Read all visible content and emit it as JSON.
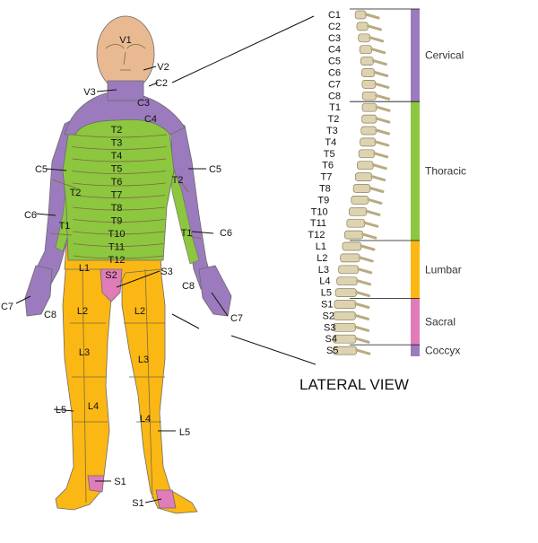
{
  "colors": {
    "cervical": "#9b7bbd",
    "thoracic": "#8dc63f",
    "lumbar": "#fbb714",
    "sacral": "#e07cb8",
    "coccyx": "#9b7bbd",
    "skin": "#e9b992",
    "bone": "#ddd3b0"
  },
  "caption": "LATERAL VIEW",
  "spine_labels": [
    "C1",
    "C2",
    "C3",
    "C4",
    "C5",
    "C6",
    "C7",
    "C8",
    "T1",
    "T2",
    "T3",
    "T4",
    "T5",
    "T6",
    "T7",
    "T8",
    "T9",
    "T10",
    "T11",
    "T12",
    "L1",
    "L2",
    "L3",
    "L4",
    "L5",
    "S1",
    "S2",
    "S3",
    "S4",
    "S5"
  ],
  "regions": [
    {
      "name": "Cervical",
      "color": "#9b7bbd"
    },
    {
      "name": "Thoracic",
      "color": "#8dc63f"
    },
    {
      "name": "Lumbar",
      "color": "#fbb714"
    },
    {
      "name": "Sacral",
      "color": "#e07cb8"
    },
    {
      "name": "Coccyx",
      "color": "#9b7bbd"
    }
  ],
  "body": {
    "face": [
      "V1",
      "V2",
      "V3"
    ],
    "neck_labels": [
      "C2",
      "C3",
      "C4"
    ],
    "torso": [
      "T2",
      "T3",
      "T4",
      "T5",
      "T6",
      "T7",
      "T8",
      "T9",
      "T10",
      "T11",
      "T12"
    ],
    "arm_left": [
      "C5",
      "T2",
      "C6",
      "T1",
      "C7",
      "C8"
    ],
    "arm_right": [
      "C5",
      "T2",
      "T1",
      "C6",
      "C8",
      "C7"
    ],
    "groin": [
      "L1",
      "S2",
      "S3"
    ],
    "legs": [
      "L2",
      "L2",
      "L3",
      "L3",
      "L4",
      "L4",
      "L5",
      "L5",
      "S1",
      "S1"
    ]
  }
}
